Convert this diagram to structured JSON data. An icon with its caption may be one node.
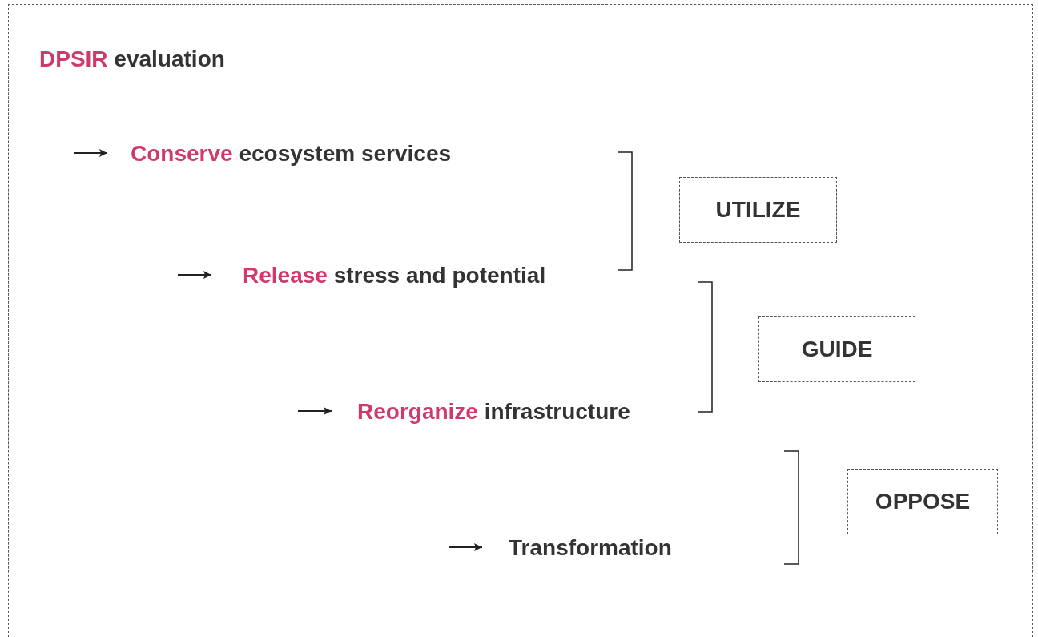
{
  "diagram": {
    "nodes": [
      {
        "text": [
          "DPSIR evaluation"
        ]
      },
      {
        "text": [
          "Conserve ecosystem services"
        ],
        "in": 0
      },
      {
        "text": [
          "Release stress and potential"
        ],
        "in": 0
      },
      {
        "text": [
          "Reorganize infrastructure"
        ],
        "in": 0
      },
      {
        "text": [
          "Transformation"
        ],
        "in": 0
      },
      {
        "text": [
          "UTILIZE"
        ],
        "in": 0
      },
      {
        "text": [
          "GUIDE"
        ],
        "in": 0
      },
      {
        "text": [
          "OPPOSE"
        ],
        "in": 0
      }
    ],
    "edges": [
      {
        "from": null,
        "to": 1,
        "arrow": "to"
      },
      {
        "from": null,
        "to": 2,
        "arrow": "to"
      },
      {
        "from": null,
        "to": 3,
        "arrow": "to"
      },
      {
        "from": null,
        "to": 4,
        "arrow": "to"
      }
    ]
  }
}
